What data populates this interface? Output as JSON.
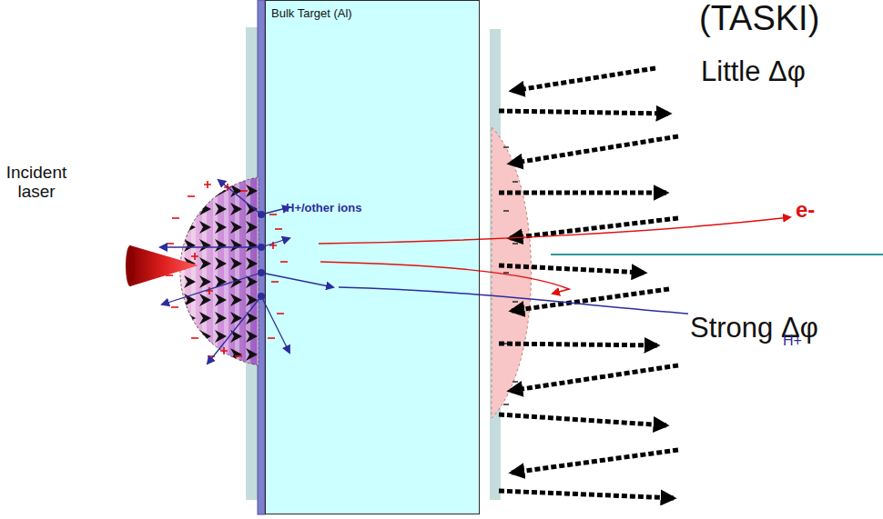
{
  "diagram": {
    "nodes": [
      {
        "text": [
          "Bulk Target (Al)"
        ]
      }
    ],
    "labels": [
      "(TASKI)",
      "Incident laser",
      "H+/other ions",
      "Little Δφ",
      "e-",
      "Strong Δφ",
      "H+"
    ]
  }
}
